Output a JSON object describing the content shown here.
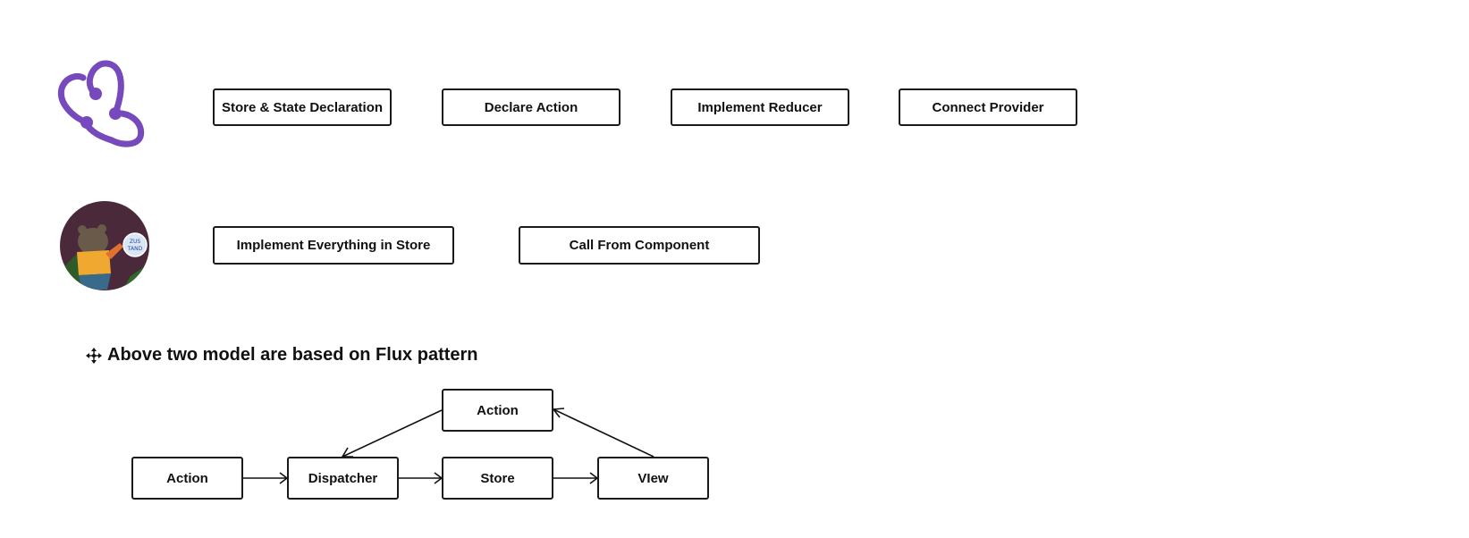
{
  "redux_row": {
    "steps": [
      "Store & State Declaration",
      "Declare Action",
      "Implement Reducer",
      "Connect Provider"
    ]
  },
  "zustand_row": {
    "steps": [
      "Implement Everything in Store",
      "Call From Component"
    ],
    "logo_text": "ZUS TAND"
  },
  "flux": {
    "heading": "Above two model are based on Flux pattern",
    "nodes": {
      "action_left": "Action",
      "dispatcher": "Dispatcher",
      "store": "Store",
      "view": "VIew",
      "action_top": "Action"
    }
  },
  "colors": {
    "redux_purple": "#764abc",
    "border": "#1a1a1a"
  },
  "icons": [
    "redux-logo-icon",
    "zustand-logo-icon",
    "move-icon"
  ]
}
